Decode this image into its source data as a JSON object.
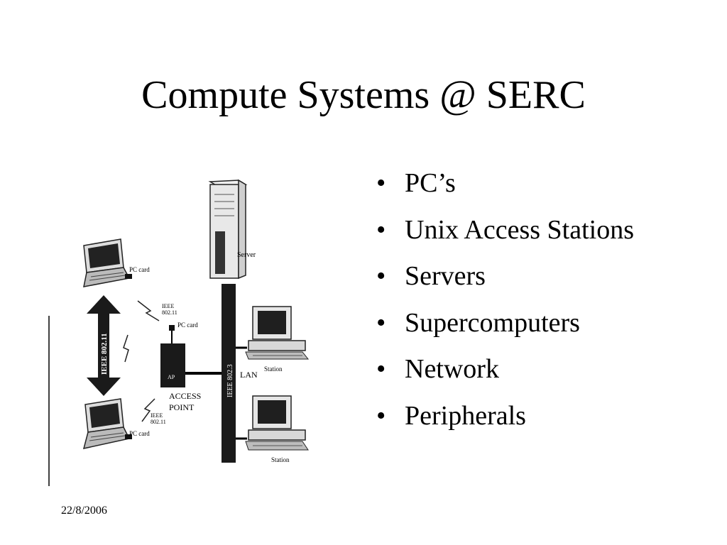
{
  "slide": {
    "title": "Compute Systems @ SERC",
    "bullets": [
      "PC’s",
      "Unix Access Stations",
      "Servers",
      "Supercomputers",
      "Network",
      "Peripherals"
    ],
    "bullet_glyph": "•",
    "footer_date": "22/8/2006"
  },
  "diagram": {
    "server_label": "Server",
    "pc_card_label": "PC card",
    "ieee_80211_line1": "IEEE",
    "ieee_80211_line2": "802.11",
    "vertical_arrow_label": "IEEE 802.11",
    "backbone_label": "IEEE 802.3",
    "lan_label": "LAN",
    "ap_label": "AP",
    "access_point_line1": "ACCESS",
    "access_point_line2": "POINT",
    "station_label": "Station"
  }
}
